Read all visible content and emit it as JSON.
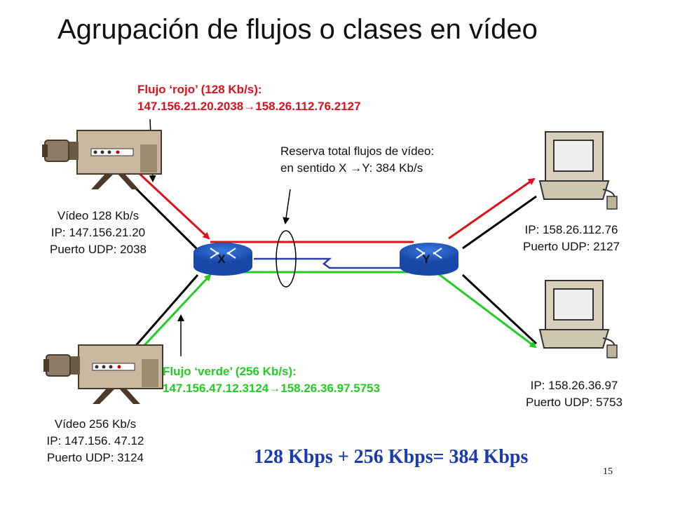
{
  "title": "Agrupación de flujos o clases en vídeo",
  "flows": {
    "red": {
      "label": "Flujo ‘rojo’  (128 Kb/s):",
      "path_from": "147.156.21.20.2038",
      "path_to": "158.26.112.76.2127",
      "color": "#e0101a"
    },
    "green": {
      "label": "Flujo ‘verde’ (256 Kb/s):",
      "path_from": "147.156.47.12.3124",
      "path_to": "158.26.36.97.5753",
      "color": "#22cc22"
    }
  },
  "reservation": {
    "line1": "Reserva total flujos de vídeo:",
    "line2": "en sentido X ",
    "line2b": "Y: 384 Kb/s"
  },
  "sources": [
    {
      "line1": "Vídeo 128 Kb/s",
      "line2": "IP: 147.156.21.20",
      "line3": "Puerto UDP: 2038"
    },
    {
      "line1": "Vídeo 256 Kb/s",
      "line2": "IP: 147.156. 47.12",
      "line3": "Puerto UDP: 3124"
    }
  ],
  "destinations": [
    {
      "line1": "IP: 158.26.112.76",
      "line2": "Puerto UDP: 2127"
    },
    {
      "line1": "IP: 158.26.36.97",
      "line2": "Puerto UDP: 5753"
    }
  ],
  "routers": {
    "x_label": "X",
    "y_label": "Y",
    "color": "#1f57c8"
  },
  "link_color": "#2b3fa0",
  "total": "128 Kbps + 256 Kbps= 384 Kbps",
  "page_number": "15"
}
